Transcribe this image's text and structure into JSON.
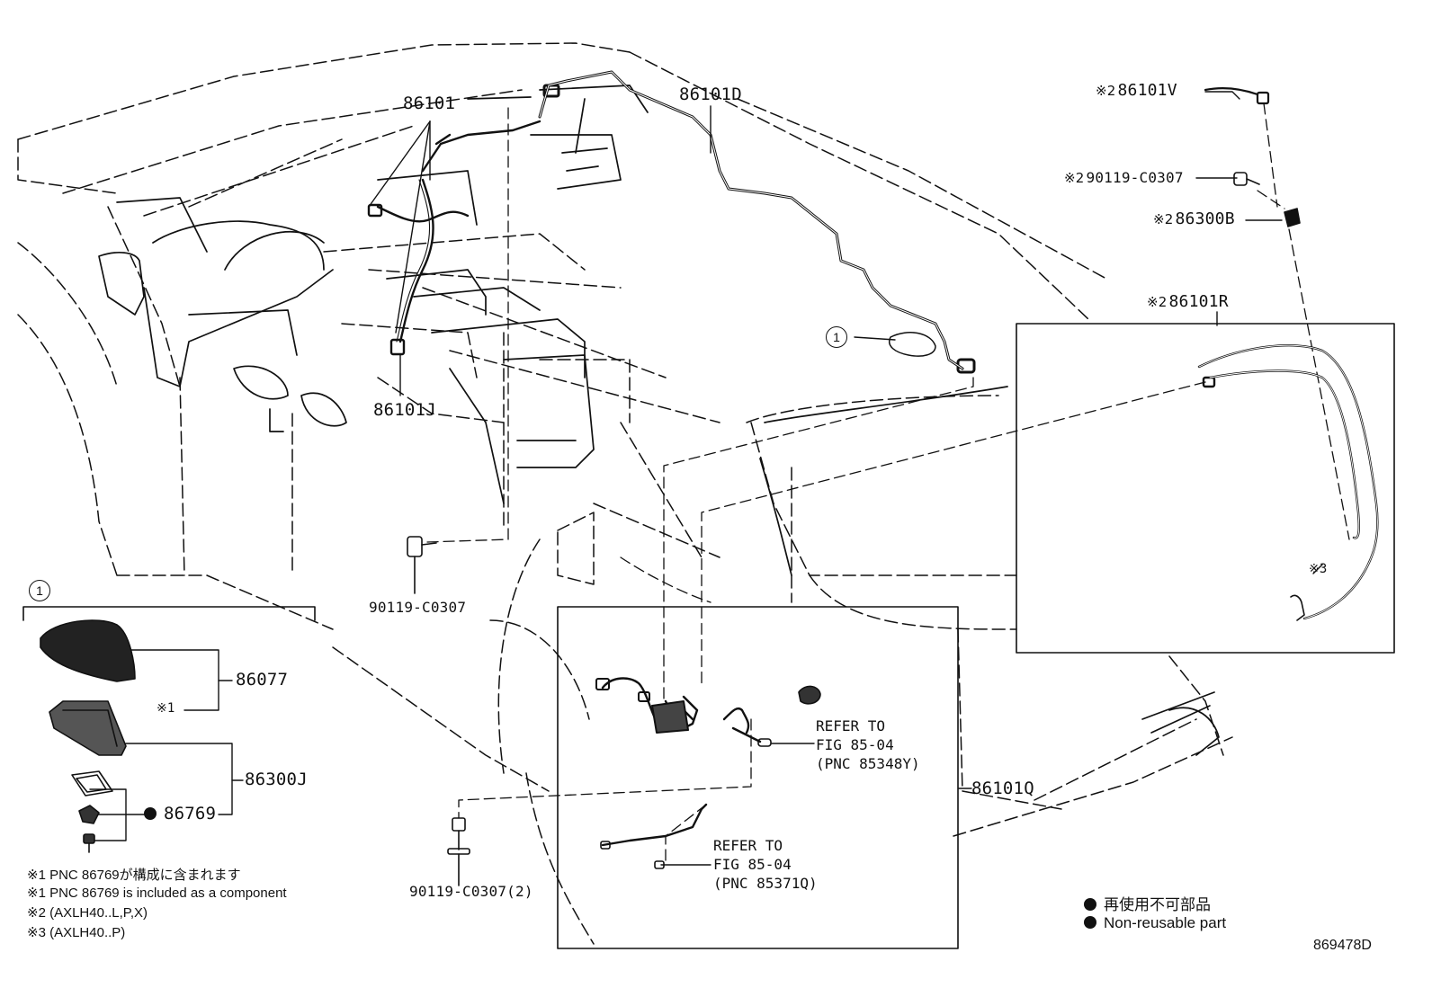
{
  "diagram": {
    "code": "869478D",
    "callout": "1",
    "parts": {
      "p86101": "86101",
      "p86101D": "86101D",
      "p86101V": "86101V",
      "p90119_top": "90119-C0307",
      "p86300B": "86300B",
      "p86101R": "86101R",
      "p86101J": "86101J",
      "p90119_mid": "90119-C0307",
      "p86077": "86077",
      "p86300J": "86300J",
      "p86769": "86769",
      "p86101Q": "86101Q",
      "p90119_bot": "90119-C0307(2)"
    },
    "marks": {
      "m2": "※2",
      "m1": "※1",
      "m3": "※3"
    },
    "refer1": [
      "REFER TO",
      "FIG 85-04",
      "(PNC 85348Y)"
    ],
    "refer2": [
      "REFER TO",
      "FIG 85-04",
      "(PNC 85371Q)"
    ],
    "notes": [
      "※1 PNC 86769が構成に含まれます",
      "※1 PNC 86769 is included as a component",
      "※2 (AXLH40..L,P,X)",
      "※3 (AXLH40..P)"
    ],
    "legend": [
      "再使用不可部品",
      "Non-reusable part"
    ]
  }
}
